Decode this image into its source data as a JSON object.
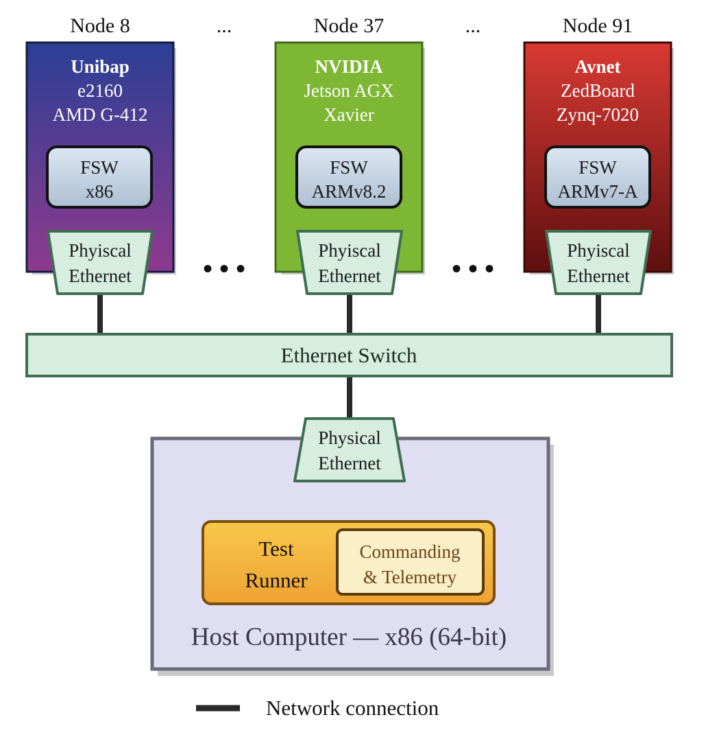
{
  "nodes": [
    {
      "header": "Node 8",
      "vendor": "Unibap",
      "line1": "e2160",
      "line2": "AMD G-412",
      "fsw_title": "FSW",
      "fsw_arch": "x86",
      "eth_line1": "Phyiscal",
      "eth_line2": "Ethernet",
      "gradient_top": "#2b3f95",
      "gradient_bottom": "#8e3a8e"
    },
    {
      "header": "Node 37",
      "vendor": "NVIDIA",
      "line1": "Jetson AGX",
      "line2": "Xavier",
      "fsw_title": "FSW",
      "fsw_arch": "ARMv8.2",
      "eth_line1": "Phyiscal",
      "eth_line2": "Ethernet",
      "color": "#7db733"
    },
    {
      "header": "Node 91",
      "vendor": "Avnet",
      "line1": "ZedBoard",
      "line2": "Zynq-7020",
      "fsw_title": "FSW",
      "fsw_arch": "ARMv7-A",
      "eth_line1": "Phyiscal",
      "eth_line2": "Ethernet",
      "gradient_top": "#d93a33",
      "gradient_bottom": "#5e0f0f"
    }
  ],
  "ellipsis_header": "...",
  "ellipsis_middle": "• • •",
  "switch_label": "Ethernet Switch",
  "host": {
    "eth_line1": "Physical",
    "eth_line2": "Ethernet",
    "runner_line1": "Test",
    "runner_line2": "Runner",
    "cmd_line1": "Commanding",
    "cmd_line2": "& Telemetry",
    "label": "Host Computer — x86 (64-bit)"
  },
  "legend": {
    "label": "Network connection"
  },
  "colors": {
    "ethernet_fill": "#d6ede0",
    "ethernet_stroke": "#3f6e52",
    "fsw_fill": "#c8d8e8",
    "host_fill": "#e0def3",
    "host_stroke": "#6a6a78",
    "runner_fill": "#f2b63c",
    "cmd_fill": "#fbefc8",
    "line": "#2a2a2a"
  }
}
